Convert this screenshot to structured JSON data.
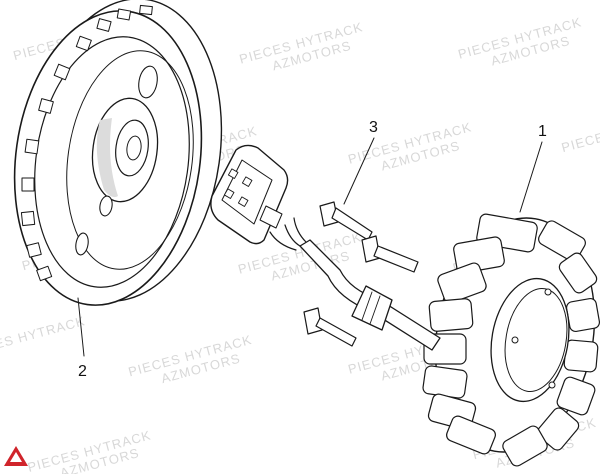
{
  "callouts": {
    "stator": "1",
    "flywheel": "2",
    "bolt": "3"
  },
  "watermark": {
    "line1": "PIECES HYTRACK",
    "line2": "AZMOTORS"
  },
  "colors": {
    "line": "#1a1a1a",
    "watermark": "#d8d8d8",
    "logo": "#d0242b"
  },
  "logo_icon": "red-brand-logo-icon"
}
